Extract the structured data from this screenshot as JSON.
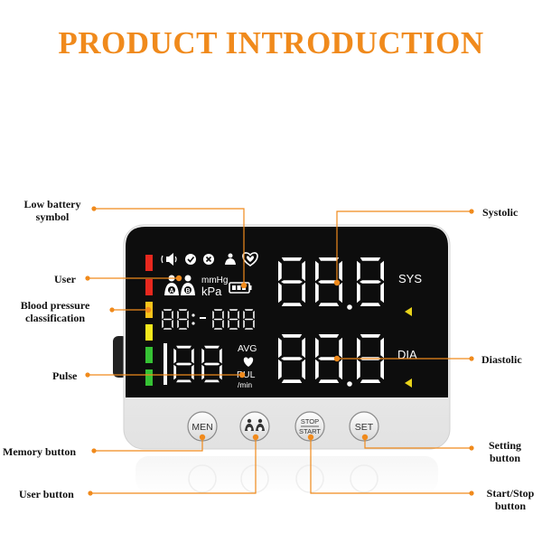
{
  "title": "PRODUCT INTRODUCTION",
  "callouts": {
    "low_battery": [
      "Low battery",
      "symbol"
    ],
    "user": "User",
    "bp_classification": [
      "Blood pressure",
      "classification"
    ],
    "pulse": "Pulse",
    "memory_button": "Memory button",
    "user_button": "User button",
    "systolic": "Systolic",
    "diastolic": "Diastolic",
    "setting_button": [
      "Setting",
      "button"
    ],
    "start_stop_button": [
      "Start/Stop",
      "button"
    ]
  },
  "display": {
    "unit_mmhg": "mmHg",
    "unit_kpa": "kPa",
    "user_a": "A",
    "user_b": "B",
    "avg": "AVG",
    "pul": "PUL",
    "per_min": "/min",
    "sys": "SYS",
    "dia": "DIA"
  },
  "buttons": {
    "memory": "MEN",
    "stop": "STOP",
    "start": "START",
    "set": "SET"
  },
  "colors": {
    "accent": "#F08A1C",
    "bar_colors": [
      "#E8281E",
      "#E8281E",
      "#F8C31A",
      "#F4E81C",
      "#36C234",
      "#36C234"
    ],
    "indicator_arrow": "#E8D31A"
  }
}
